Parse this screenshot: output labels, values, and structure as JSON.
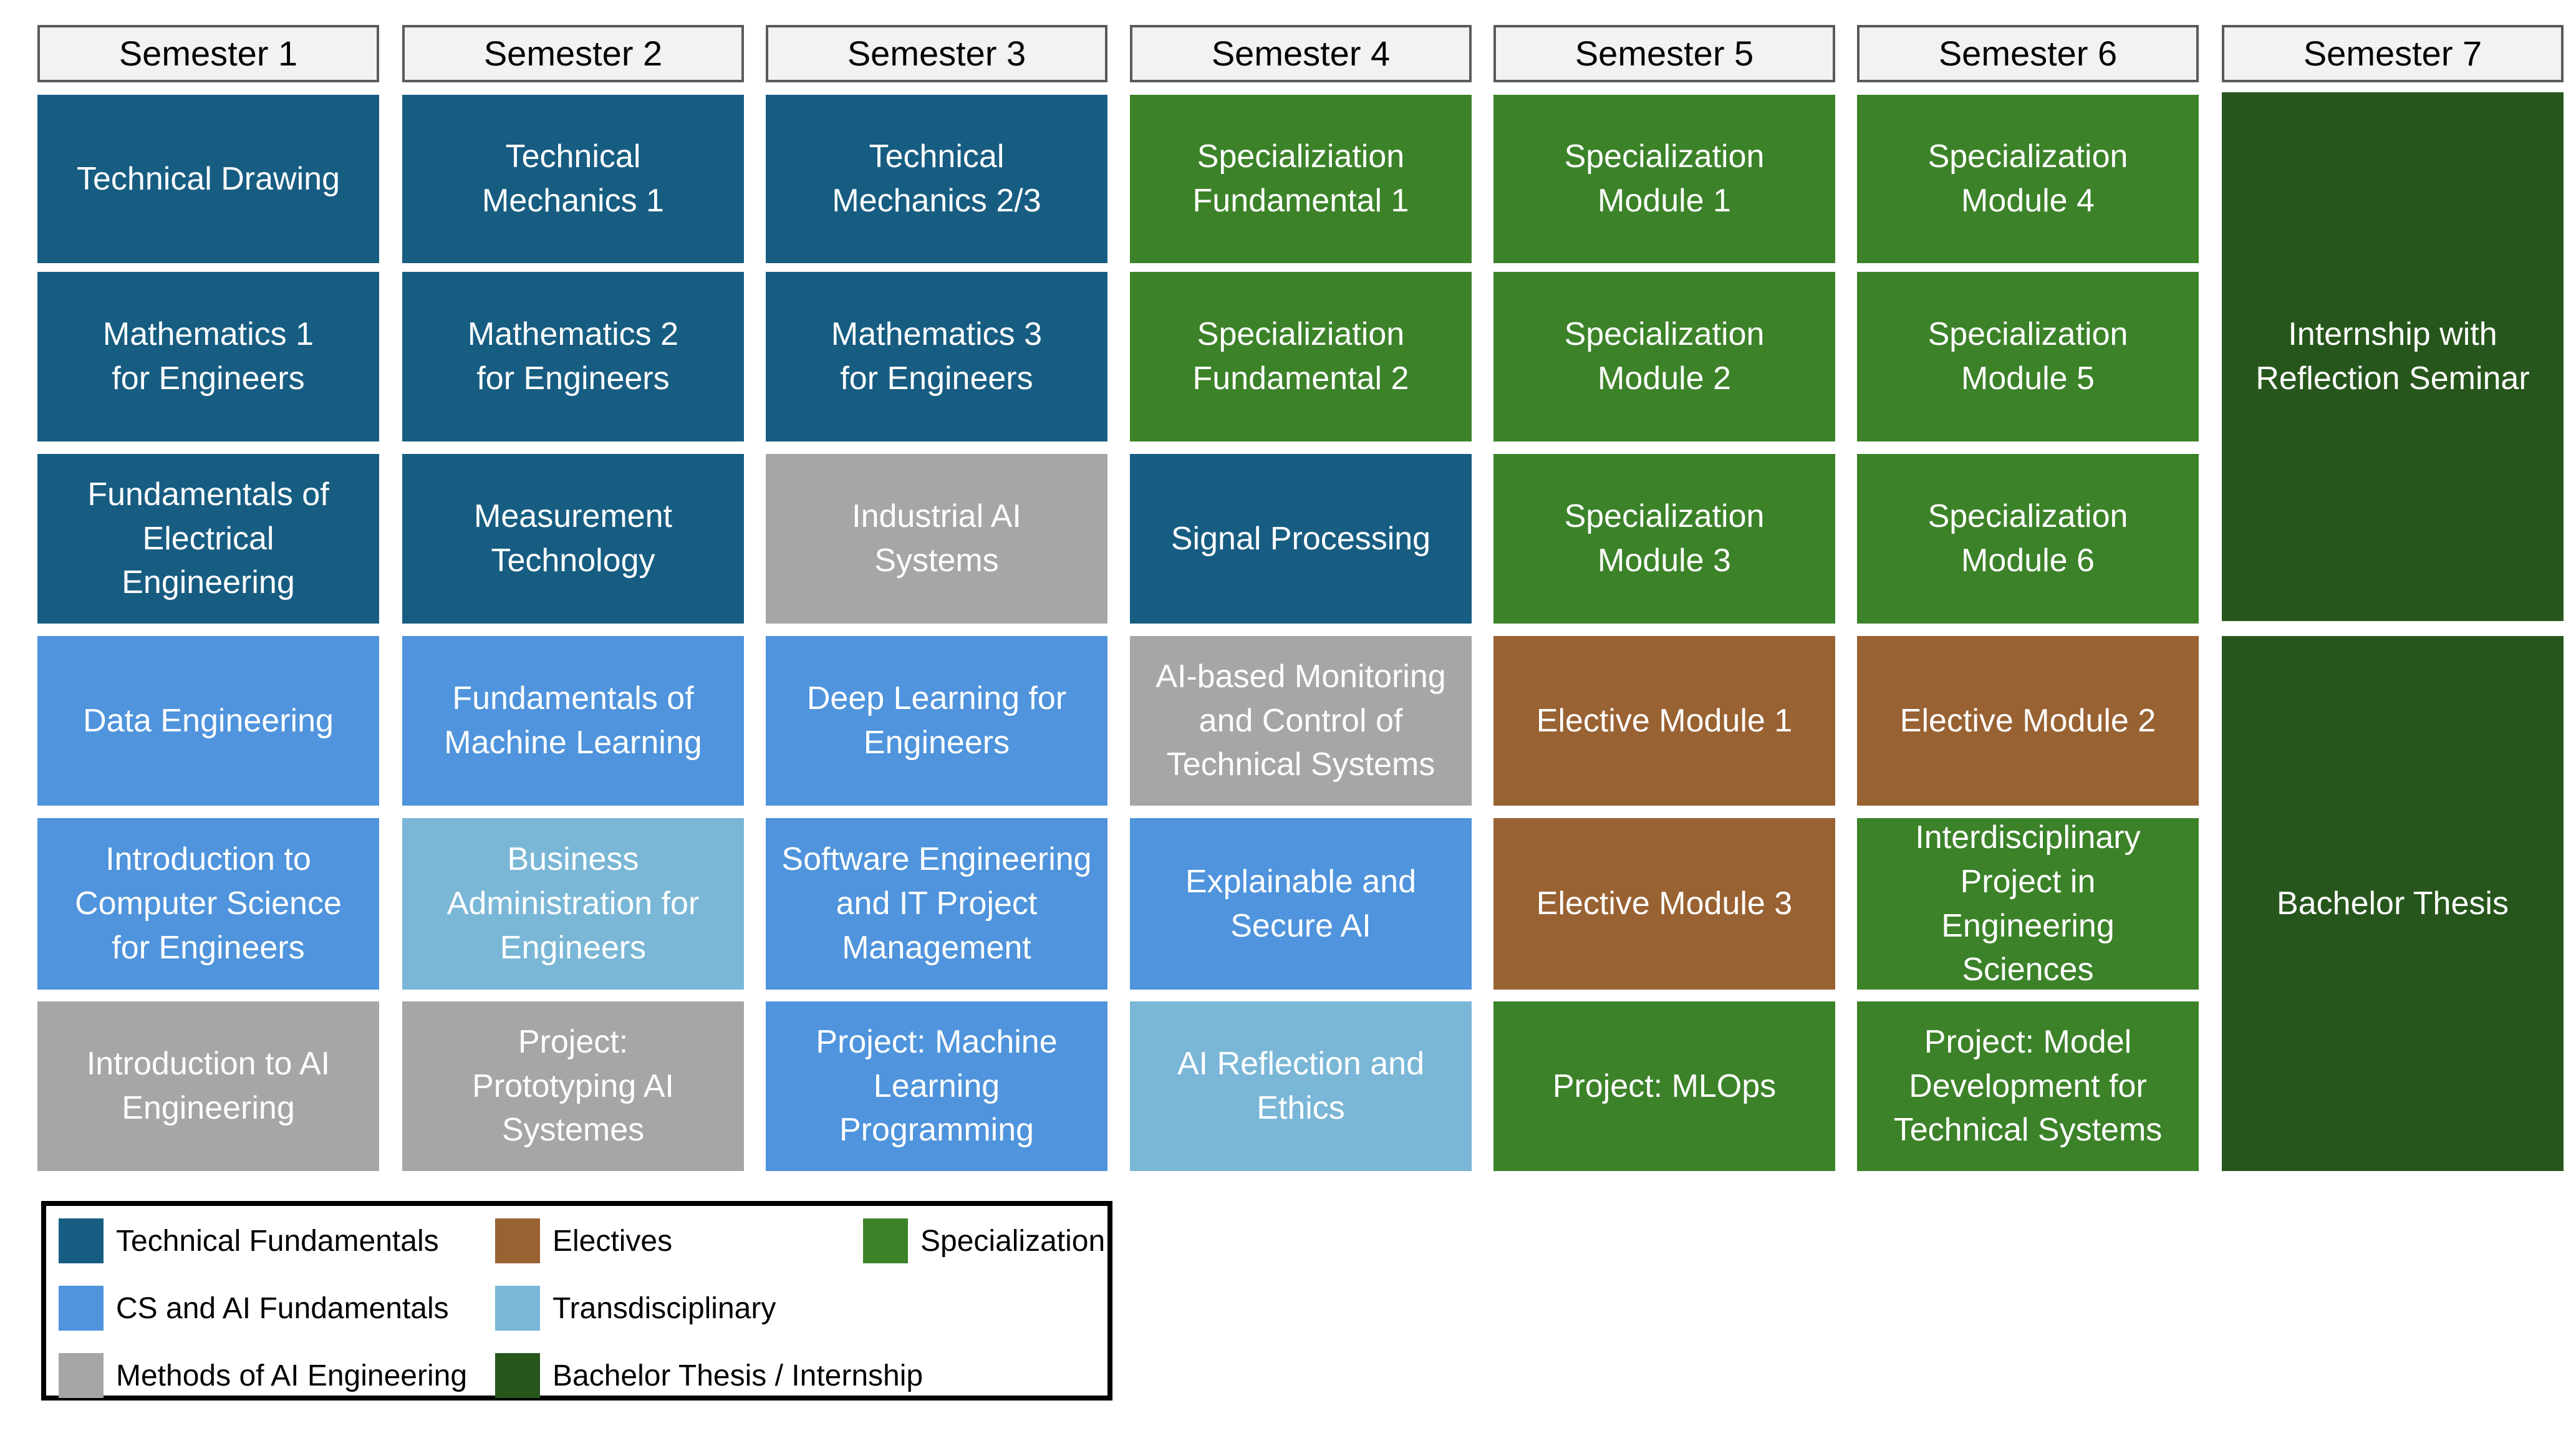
{
  "colors": {
    "technical_fundamentals": "#175d82",
    "cs_ai_fundamentals": "#4f94dc",
    "methods_ai_engineering": "#a6a6a6",
    "electives": "#996233",
    "transdisciplinary": "#7ab7d6",
    "specialization": "#3c8229",
    "thesis_internship": "#27561c"
  },
  "semesters": [
    {
      "title": "Semester 1",
      "modules": [
        {
          "label": "Technical Drawing",
          "category": "technical_fundamentals"
        },
        {
          "label": "Mathematics 1\nfor Engineers",
          "category": "technical_fundamentals"
        },
        {
          "label": "Fundamentals of\nElectrical\nEngineering",
          "category": "technical_fundamentals"
        },
        {
          "label": "Data Engineering",
          "category": "cs_ai_fundamentals"
        },
        {
          "label": "Introduction to\nComputer Science\nfor Engineers",
          "category": "cs_ai_fundamentals"
        },
        {
          "label": "Introduction to AI\nEngineering",
          "category": "methods_ai_engineering"
        }
      ]
    },
    {
      "title": "Semester 2",
      "modules": [
        {
          "label": "Technical\nMechanics 1",
          "category": "technical_fundamentals"
        },
        {
          "label": "Mathematics 2\nfor Engineers",
          "category": "technical_fundamentals"
        },
        {
          "label": "Measurement\nTechnology",
          "category": "technical_fundamentals"
        },
        {
          "label": "Fundamentals of\nMachine Learning",
          "category": "cs_ai_fundamentals"
        },
        {
          "label": "Business\nAdministration for\nEngineers",
          "category": "transdisciplinary"
        },
        {
          "label": "Project:\nPrototyping AI\nSystemes",
          "category": "methods_ai_engineering"
        }
      ]
    },
    {
      "title": "Semester 3",
      "modules": [
        {
          "label": "Technical\nMechanics 2/3",
          "category": "technical_fundamentals"
        },
        {
          "label": "Mathematics 3\nfor Engineers",
          "category": "technical_fundamentals"
        },
        {
          "label": "Industrial AI\nSystems",
          "category": "methods_ai_engineering"
        },
        {
          "label": "Deep Learning for\nEngineers",
          "category": "cs_ai_fundamentals"
        },
        {
          "label": "Software Engineering\nand IT Project\nManagement",
          "category": "cs_ai_fundamentals"
        },
        {
          "label": "Project: Machine\nLearning\nProgramming",
          "category": "cs_ai_fundamentals"
        }
      ]
    },
    {
      "title": "Semester 4",
      "modules": [
        {
          "label": "Specializiation\nFundamental 1",
          "category": "specialization"
        },
        {
          "label": "Specializiation\nFundamental 2",
          "category": "specialization"
        },
        {
          "label": "Signal Processing",
          "category": "technical_fundamentals"
        },
        {
          "label": "AI-based Monitoring\nand Control of\nTechnical Systems",
          "category": "methods_ai_engineering"
        },
        {
          "label": "Explainable and\nSecure AI",
          "category": "cs_ai_fundamentals"
        },
        {
          "label": "AI Reflection and\nEthics",
          "category": "transdisciplinary"
        }
      ]
    },
    {
      "title": "Semester 5",
      "modules": [
        {
          "label": "Specialization\nModule 1",
          "category": "specialization"
        },
        {
          "label": "Specialization\nModule 2",
          "category": "specialization"
        },
        {
          "label": "Specialization\nModule 3",
          "category": "specialization"
        },
        {
          "label": "Elective Module 1",
          "category": "electives"
        },
        {
          "label": "Elective Module 3",
          "category": "electives"
        },
        {
          "label": "Project: MLOps",
          "category": "specialization"
        }
      ]
    },
    {
      "title": "Semester 6",
      "modules": [
        {
          "label": "Specialization\nModule 4",
          "category": "specialization"
        },
        {
          "label": "Specialization\nModule 5",
          "category": "specialization"
        },
        {
          "label": "Specialization\nModule 6",
          "category": "specialization"
        },
        {
          "label": "Elective Module 2",
          "category": "electives"
        },
        {
          "label": "Interdisciplinary\nProject in\nEngineering\nSciences",
          "category": "specialization"
        },
        {
          "label": "Project: Model\nDevelopment for\nTechnical Systems",
          "category": "specialization"
        }
      ]
    },
    {
      "title": "Semester 7",
      "modules": [
        {
          "label": "Internship with\nReflection Seminar",
          "category": "thesis_internship"
        },
        {
          "label": "Bachelor Thesis",
          "category": "thesis_internship"
        }
      ]
    }
  ],
  "legend": [
    {
      "label": "Technical Fundamentals",
      "category": "technical_fundamentals"
    },
    {
      "label": "Electives",
      "category": "electives"
    },
    {
      "label": "Specialization",
      "category": "specialization"
    },
    {
      "label": "CS and AI Fundamentals",
      "category": "cs_ai_fundamentals"
    },
    {
      "label": "Transdisciplinary",
      "category": "transdisciplinary"
    },
    {
      "label": "Methods of AI Engineering",
      "category": "methods_ai_engineering"
    },
    {
      "label": "Bachelor Thesis / Internship",
      "category": "thesis_internship"
    }
  ]
}
